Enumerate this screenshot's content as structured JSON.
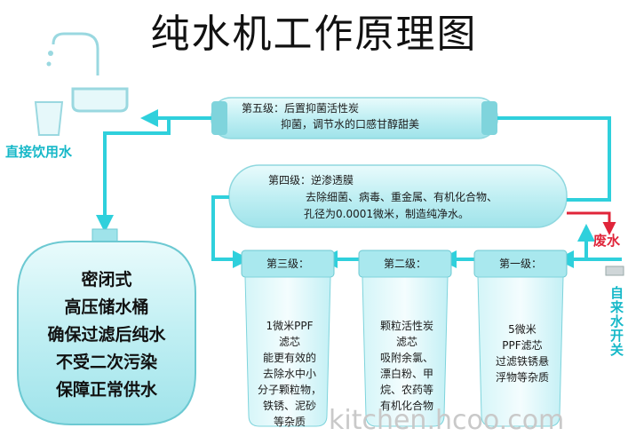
{
  "title": "纯水机工作原理图",
  "drinking_label": "直接饮用水",
  "waste_label": "废水",
  "tap_label": "自来水开关",
  "stage5": {
    "line1": "第五级：后置抑菌活性炭",
    "line2": "抑菌，调节水的口感甘醇甜美"
  },
  "stage4": {
    "line1": "第四级：逆渗透膜",
    "line2": "去除细菌、病毒、重金属、有机化合物、",
    "line3": "孔径为0.0001微米，制造纯净水。"
  },
  "stage3": {
    "label": "第三级：",
    "lines": [
      "1微米PPF",
      "滤芯",
      "能更有效的",
      "去除水中小",
      "分子颗粒物，",
      "铁锈、泥砂",
      "等杂质"
    ]
  },
  "stage2": {
    "label": "第二级：",
    "lines": [
      "颗粒活性炭",
      "滤芯",
      "吸附余氯、",
      "漂白粉、甲",
      "烷、农药等",
      "有机化合物"
    ]
  },
  "stage1": {
    "label": "第一级：",
    "lines": [
      "5微米",
      "PPF滤芯",
      "过滤铁锈悬",
      "浮物等杂质"
    ]
  },
  "tank": {
    "lines": [
      "密闭式",
      "高压储水桶",
      "确保过滤后纯水",
      "不受二次污染",
      "保障正常供水"
    ]
  },
  "watermark": "kitchen.hcoo.com",
  "colors": {
    "pipe": "#2fd0dc",
    "body": "#c9f2f5",
    "waste": "#e0253a"
  }
}
